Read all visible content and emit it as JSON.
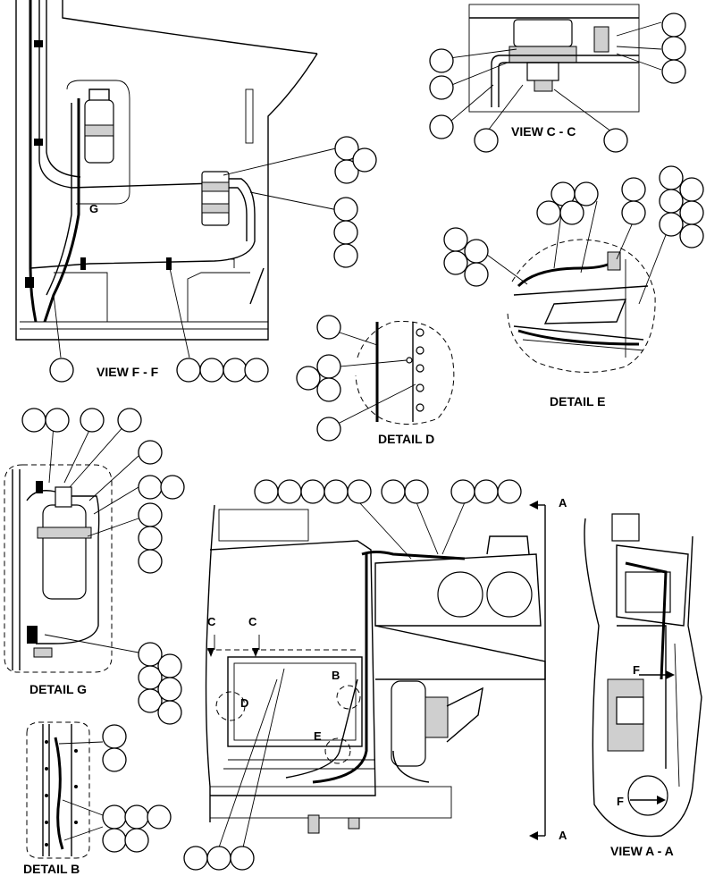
{
  "views": {
    "view_f": "VIEW F - F",
    "view_c": "VIEW C - C",
    "detail_e": "DETAIL E",
    "detail_d": "DETAIL D",
    "detail_g": "DETAIL G",
    "detail_b": "DETAIL B",
    "view_a": "VIEW A - A"
  },
  "markers": {
    "g": "G",
    "c_left": "C",
    "c_right": "C",
    "b": "B",
    "d": "D",
    "e": "E",
    "a_top": "A",
    "a_bottom": "A",
    "f_top": "F",
    "f_bottom": "F"
  }
}
